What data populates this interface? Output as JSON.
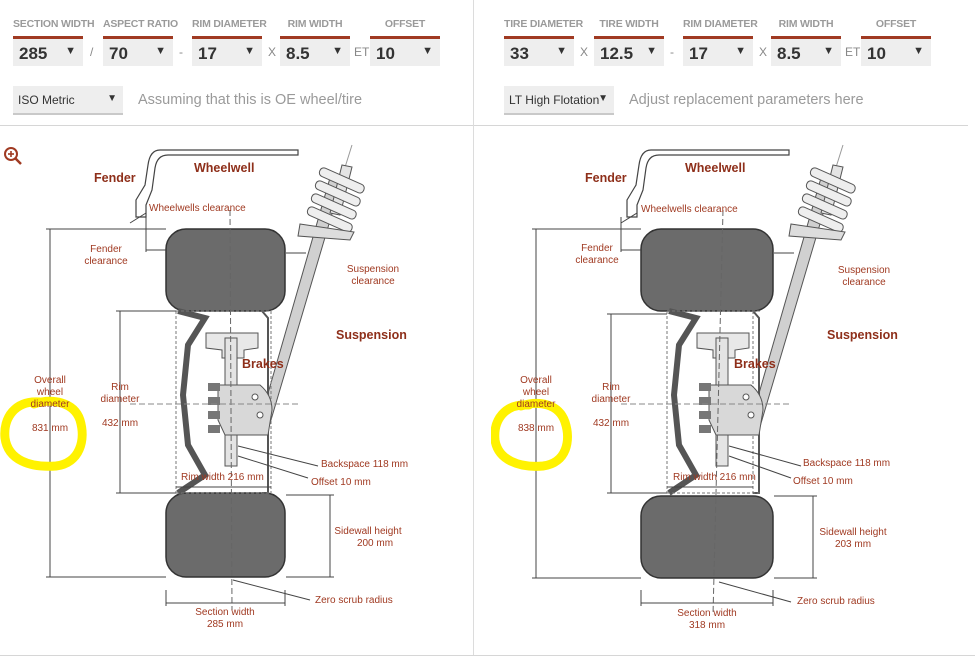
{
  "left": {
    "fields": [
      {
        "label": "SECTION WIDTH",
        "value": "285"
      },
      {
        "label": "ASPECT RATIO",
        "value": "70"
      },
      {
        "label": "RIM DIAMETER",
        "value": "17"
      },
      {
        "label": "RIM WIDTH",
        "value": "8.5"
      },
      {
        "label": "OFFSET",
        "value": "10"
      }
    ],
    "separators": [
      "/",
      "-",
      "X",
      "ET"
    ],
    "system_select": "ISO Metric",
    "note": "Assuming that this is OE wheel/tire",
    "diagram": {
      "fender": "Fender",
      "wheelwell": "Wheelwell",
      "wheelwells_clearance": "Wheelwells clearance",
      "fender_clearance": [
        "Fender",
        "clearance"
      ],
      "suspension_clearance": [
        "Suspension",
        "clearance"
      ],
      "suspension": "Suspension",
      "brakes": "Brakes",
      "overall_diameter_label": [
        "Overall",
        "wheel",
        "diameter"
      ],
      "overall_diameter_value": "831 mm",
      "rim_diameter_label": [
        "Rim",
        "diameter"
      ],
      "rim_diameter_value": "432 mm",
      "rim_width": "Rim width 216 mm",
      "backspace": "Backspace 118 mm",
      "offset": "Offset 10 mm",
      "sidewall": [
        "Sidewall height",
        "200 mm"
      ],
      "zero_scrub": "Zero scrub radius",
      "section_width": [
        "Section width",
        "285 mm"
      ]
    }
  },
  "right": {
    "fields": [
      {
        "label": "TIRE DIAMETER",
        "value": "33"
      },
      {
        "label": "TIRE WIDTH",
        "value": "12.5"
      },
      {
        "label": "RIM DIAMETER",
        "value": "17"
      },
      {
        "label": "RIM WIDTH",
        "value": "8.5"
      },
      {
        "label": "OFFSET",
        "value": "10"
      }
    ],
    "separators": [
      "X",
      "-",
      "X",
      "ET"
    ],
    "system_select": "LT High Flotation",
    "note": "Adjust replacement parameters here",
    "diagram": {
      "fender": "Fender",
      "wheelwell": "Wheelwell",
      "wheelwells_clearance": "Wheelwells clearance",
      "fender_clearance": [
        "Fender",
        "clearance"
      ],
      "suspension_clearance": [
        "Suspension",
        "clearance"
      ],
      "suspension": "Suspension",
      "brakes": "Brakes",
      "overall_diameter_label": [
        "Overall",
        "wheel",
        "diameter"
      ],
      "overall_diameter_value": "838 mm",
      "rim_diameter_label": [
        "Rim",
        "diameter"
      ],
      "rim_diameter_value": "432 mm",
      "rim_width": "Rim width 216 mm",
      "backspace": "Backspace 118 mm",
      "offset": "Offset 10 mm",
      "sidewall": [
        "Sidewall height",
        "203 mm"
      ],
      "zero_scrub": "Zero scrub radius",
      "section_width": [
        "Section width",
        "318 mm"
      ]
    }
  },
  "colors": {
    "accent": "#a03a22",
    "tire": "#6b6b6b",
    "highlight": "#fff200"
  },
  "icons": {
    "zoom": "zoom-in-icon",
    "caret": "caret-down-icon"
  }
}
